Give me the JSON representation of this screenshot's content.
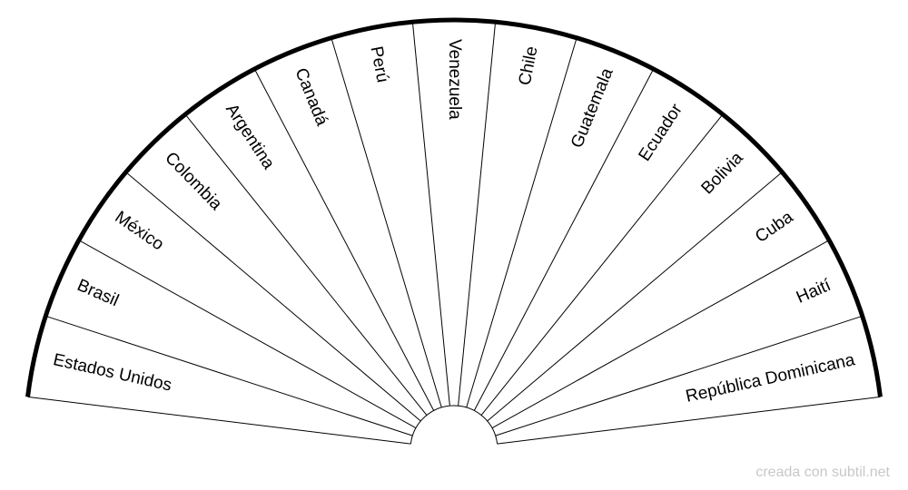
{
  "diagram": {
    "type": "radial-fan",
    "sectors": [
      "Estados Unidos",
      "Brasil",
      "México",
      "Colombia",
      "Argentina",
      "Canadá",
      "Perú",
      "Venezuela",
      "Chile",
      "Guatemala",
      "Ecuador",
      "Bolivia",
      "Cuba",
      "Haití",
      "República Dominicana"
    ],
    "colors": {
      "stroke": "#000000",
      "fill": "#ffffff",
      "watermark": "#c8c8c8"
    }
  },
  "watermark": "creada con subtil.net"
}
